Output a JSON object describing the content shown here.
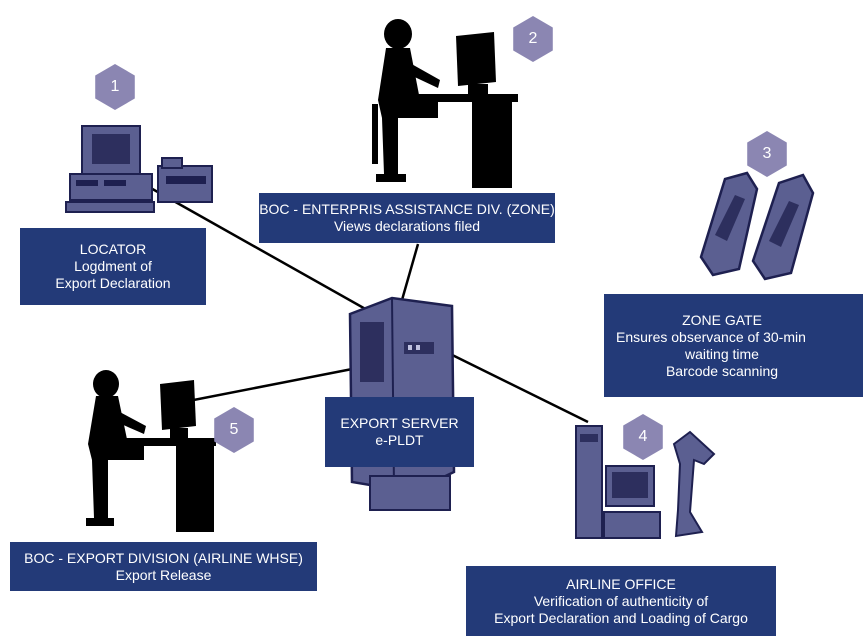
{
  "nodes": {
    "locator": {
      "number": "1",
      "lines": [
        "LOCATOR",
        "Logdment of",
        "Export Declaration"
      ]
    },
    "enterprise": {
      "number": "2",
      "lines": [
        "BOC - ENTERPRIS ASSISTANCE DIV. (ZONE)",
        "Views declarations filed"
      ]
    },
    "zone_gate": {
      "number": "3",
      "lines": [
        "ZONE GATE",
        "Ensures observance of 30-min",
        "waiting time",
        "Barcode scanning"
      ]
    },
    "airline_office": {
      "number": "4",
      "lines": [
        "AIRLINE OFFICE",
        "Verification of authenticity of",
        "Export Declaration and Loading of Cargo"
      ]
    },
    "export_division": {
      "number": "5",
      "lines": [
        "BOC - EXPORT DIVISION (AIRLINE WHSE)",
        "Export Release"
      ]
    },
    "server": {
      "lines": [
        "EXPORT SERVER",
        "e-PLDT"
      ]
    }
  },
  "colors": {
    "box": "#233a78",
    "badge": "#8b86b2",
    "silhouette": "#000000",
    "equipment": "#5b5f91"
  },
  "icons": [
    "desktop-computer-icon",
    "woman-at-computer-icon",
    "barcode-scanner-icon",
    "server-tower-icon",
    "workstation-scanner-icon"
  ]
}
